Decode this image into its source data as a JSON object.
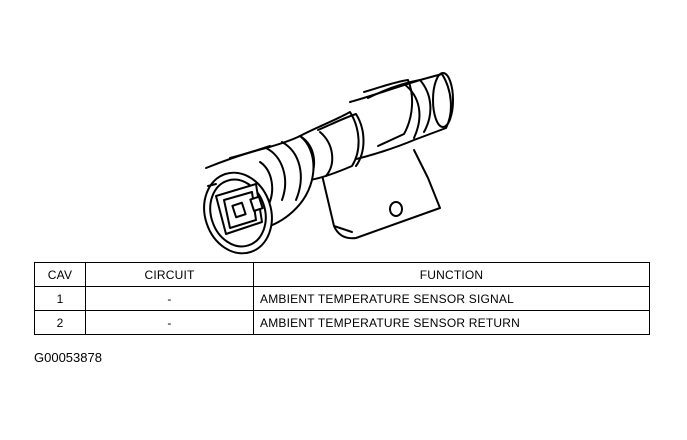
{
  "table": {
    "headers": {
      "cav": "CAV",
      "circuit": "CIRCUIT",
      "function": "FUNCTION"
    },
    "rows": [
      {
        "cav": "1",
        "circuit": "-",
        "function": "AMBIENT TEMPERATURE SENSOR SIGNAL"
      },
      {
        "cav": "2",
        "circuit": "-",
        "function": "AMBIENT TEMPERATURE SENSOR RETURN"
      }
    ]
  },
  "figure_id": "G00053878",
  "icons": {
    "connector": "ambient-temperature-sensor-connector-icon"
  }
}
